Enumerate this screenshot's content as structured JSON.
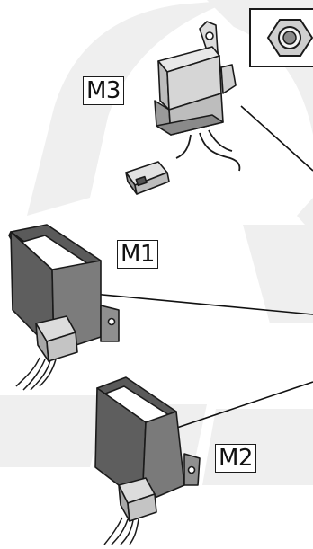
{
  "labels": {
    "m3": "M3",
    "m1": "M1",
    "m2": "M2"
  },
  "colors": {
    "watermark": "#efefef",
    "component_light": "#dcdcdc",
    "component_mid": "#bdbdbd",
    "component_dark": "#6f6f6f",
    "outline": "#1a1a1a",
    "leader_line": "#111111"
  }
}
